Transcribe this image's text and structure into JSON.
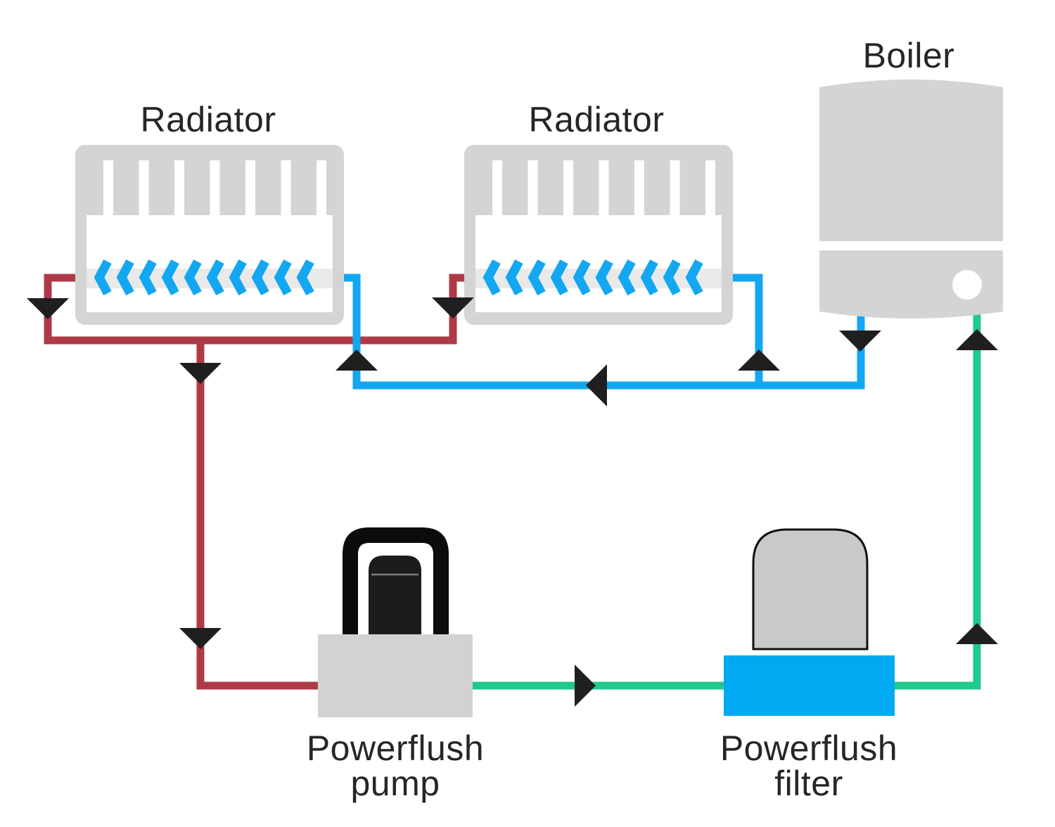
{
  "labels": {
    "radiator_left": "Radiator",
    "radiator_right": "Radiator",
    "boiler": "Boiler",
    "pump": {
      "line1": "Powerflush",
      "line2": "pump"
    },
    "filter": {
      "line1": "Powerflush",
      "line2": "filter"
    }
  },
  "colors": {
    "background": "#ffffff",
    "pipe_red": "#ae3a48",
    "pipe_blue": "#13a7f2",
    "pipe_green": "#20c98c",
    "chevron_blue": "#13a7f2",
    "filter_base_blue": "#00aaf2",
    "component_gray": "#d4d4d4",
    "inner_white": "#ffffff",
    "band_gray": "#e9e9e9",
    "dome_gray": "#c9c9c9",
    "pump_base_gray": "#d2d2d2",
    "pump_black": "#0c0c0c",
    "motor_black": "#1c1c1c",
    "arrow_black": "#1f1f1f",
    "text_color": "#262626"
  }
}
